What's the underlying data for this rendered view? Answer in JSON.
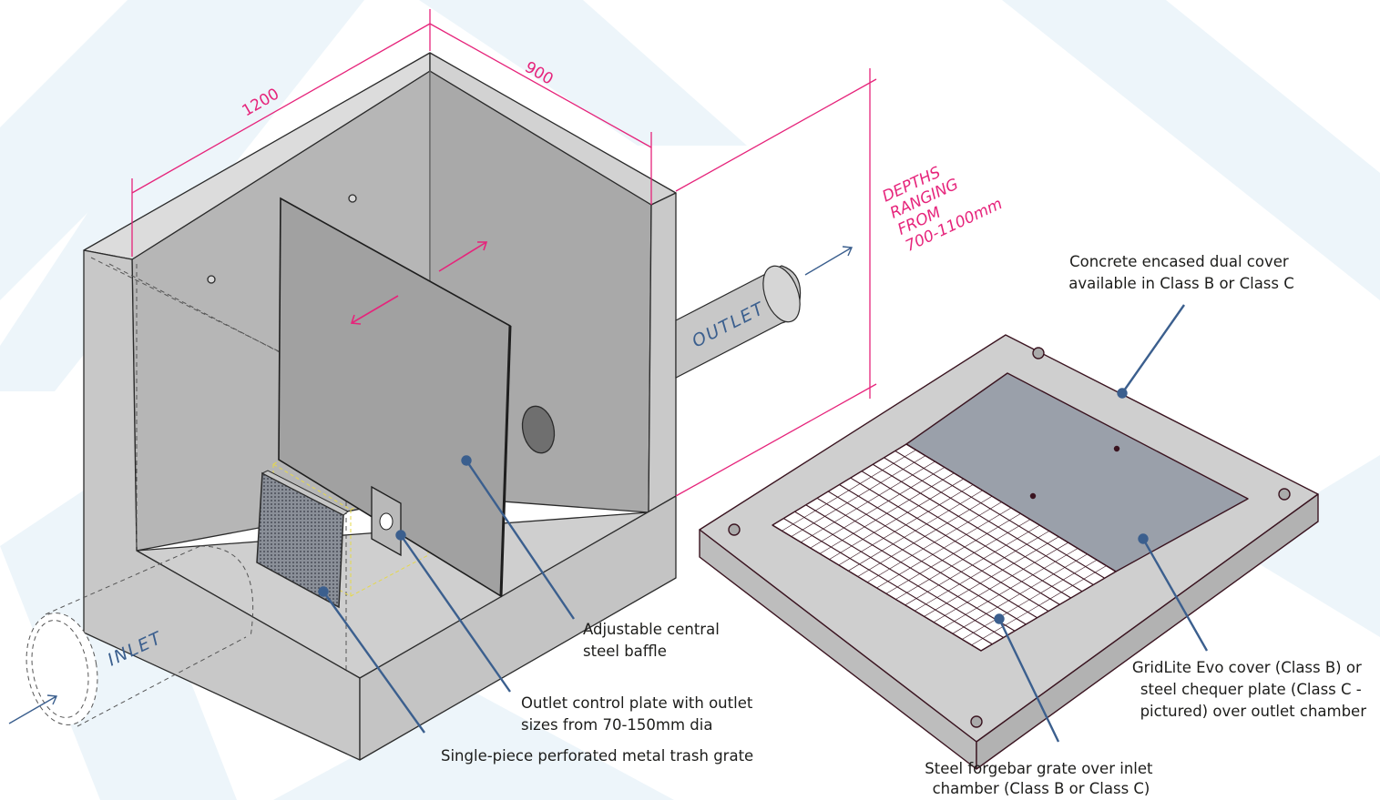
{
  "dimensions": {
    "length": "1200",
    "width": "900",
    "depth_lines": [
      "DEPTHS",
      "RANGING",
      "FROM",
      "700-1100mm"
    ]
  },
  "pipes": {
    "inlet": "INLET",
    "outlet": "OUTLET"
  },
  "callouts": {
    "baffle": [
      "Adjustable central",
      "steel baffle"
    ],
    "control_plate": [
      "Outlet control plate with outlet",
      "sizes from 70-150mm dia"
    ],
    "trash_grate": [
      "Single-piece perforated metal trash grate"
    ],
    "dual_cover": [
      "Concrete encased dual cover",
      "available in Class B or Class C"
    ],
    "gridlite": [
      "GridLite Evo cover (Class B) or",
      "steel chequer plate (Class C -",
      "pictured) over outlet chamber"
    ],
    "forgebar": [
      "Steel forgebar grate over inlet",
      "chamber (Class B or Class C)"
    ]
  },
  "colors": {
    "dimension": "#e6247b",
    "leader": "#3b5f8e",
    "background_chevron": "#eaf3f8",
    "concrete": "#cfcfcf",
    "steel": "#a9a9a9"
  }
}
